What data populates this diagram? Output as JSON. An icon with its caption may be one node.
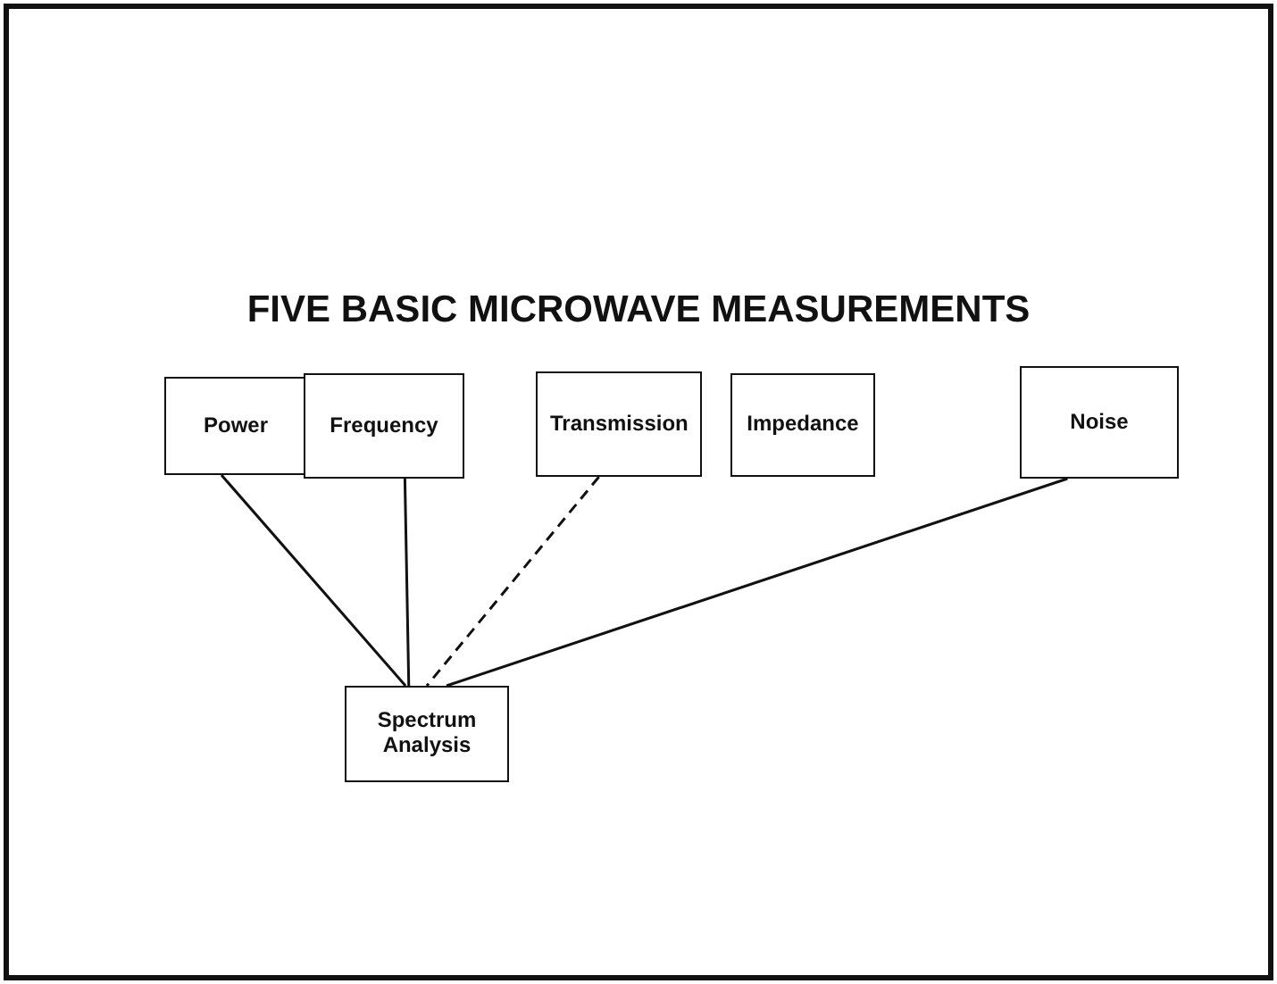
{
  "diagram": {
    "title": "FIVE BASIC MICROWAVE MEASUREMENTS",
    "nodes": [
      {
        "text": [
          "Power"
        ]
      },
      {
        "text": [
          "Frequency"
        ]
      },
      {
        "text": [
          "Transmission"
        ]
      },
      {
        "text": [
          "Impedance"
        ]
      },
      {
        "text": [
          "Noise"
        ]
      },
      {
        "text": [
          "Spectrum Analysis"
        ]
      }
    ],
    "edges": [
      {
        "from": 0,
        "to": 5,
        "arrow": "none"
      },
      {
        "from": 1,
        "to": 5,
        "arrow": "none"
      },
      {
        "from": 2,
        "to": 5,
        "arrow": "none",
        "style": "dashed"
      },
      {
        "from": 4,
        "to": 5,
        "arrow": "none"
      }
    ]
  }
}
